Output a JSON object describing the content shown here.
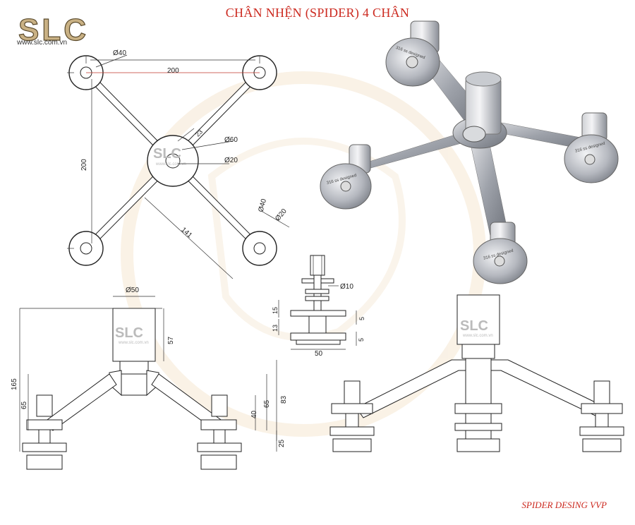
{
  "title": "CHÂN NHỆN (SPIDER) 4 CHÂN",
  "brand": {
    "logo": "SLC",
    "website": "www.slc.com.vn"
  },
  "footer": "SPIDER DESING VVP",
  "top_view": {
    "dims": {
      "d40_top": "Ø40",
      "span_200_h": "200",
      "span_200_v": "200",
      "arm_23": "23",
      "hub_60": "Ø60",
      "hole_20": "Ø20",
      "pad_40": "Ø40",
      "pad_20": "Ø20",
      "diag_141": "141"
    },
    "watermark": "SLC",
    "watermark_url": "www.slc.com.vn"
  },
  "side_view": {
    "dims": {
      "d50": "Ø50",
      "h57": "57",
      "h165": "165",
      "h65_left": "65",
      "h83": "83",
      "h65_right": "65",
      "h40": "40",
      "h25": "25"
    },
    "watermark": "SLC",
    "watermark_url": "www.slc.com.vn"
  },
  "bolt_detail": {
    "dims": {
      "d10": "Ø10",
      "h15": "15",
      "h13": "13",
      "h5a": "5",
      "h5b": "5",
      "w50": "50"
    }
  },
  "front_view": {
    "watermark": "SLC",
    "watermark_url": "www.slc.com.vn"
  },
  "render_labels": {
    "engraving": "316 ss designed"
  },
  "colors": {
    "title": "#cc2a20",
    "metal": "#a9acb4",
    "line": "#222222",
    "watermark": "#f0d9b8"
  }
}
